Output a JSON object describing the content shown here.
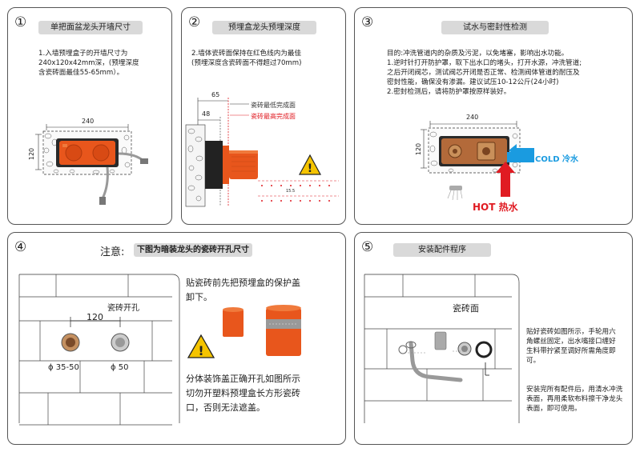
{
  "panel1": {
    "num": "①",
    "title": "单把面盆龙头开墙尺寸",
    "desc": "1.入墙预埋盒子的开墙尺寸为\n240x120x42mm深，(预埋深度\n含瓷砖面最佳55-65mm）。",
    "dim_w": "240",
    "dim_h": "120"
  },
  "panel2": {
    "num": "②",
    "title": "预埋盒龙头预埋深度",
    "desc": "2.墙体瓷砖面保持在红色线内为最佳\n(预埋深度含瓷砖面不得超过70mm)",
    "dim_65": "65",
    "dim_48": "48",
    "label_min": "瓷砖最低完成面",
    "label_max": "瓷砖最高完成面",
    "scale_label": "15.5"
  },
  "panel3": {
    "num": "③",
    "title": "试水与密封性检测",
    "desc": "目的:冲洗管道内的杂质及污泥，以免堵塞，影响出水功能。\n1.逆时针打开防护罩，取下出水口的堵头，打开水源，冲洗管道;\n之后开闭阀芯，测试阀芯开闭是否正常、检测阀体管道的耐压及\n密封性能，确保没有渗漏。建议试压10-12公斤(24小时)\n2.密封检测后，请将防护罩按原样装好。",
    "dim_w": "240",
    "dim_h": "120",
    "cold_label": "COLD 冷水",
    "hot_label": "HOT 热水",
    "cold_color": "#1a9be0",
    "hot_color": "#e01b22"
  },
  "panel4": {
    "num": "④",
    "note_prefix": "注意:",
    "title": "下图为暗装龙头的瓷砖开孔尺寸",
    "hole_label": "瓷砖开孔",
    "dim_120": "120",
    "dia1": "ϕ 35-50",
    "dia2": "ϕ 50",
    "text1": "贴瓷砖前先把预埋盒的保护盖\n卸下。",
    "text2": "分体装饰盖正确开孔如图所示\n切勿开塑料预埋盒长方形瓷砖\n口，否则无法遮盖。"
  },
  "panel5": {
    "num": "⑤",
    "title": "安装配件程序",
    "tile_label": "瓷砖面",
    "text1": "贴好瓷砖如图所示，手轮用六\n角螺丝固定，出水嘴接口缠好\n生料带拧紧至调好所需角度即\n可。",
    "text2": "安装完所有配件后，用清水冲洗\n表面，再用柔软布料擦干净龙头\n表面，即可使用。"
  },
  "colors": {
    "orange": "#e8561c",
    "red_line": "#e01b22"
  }
}
